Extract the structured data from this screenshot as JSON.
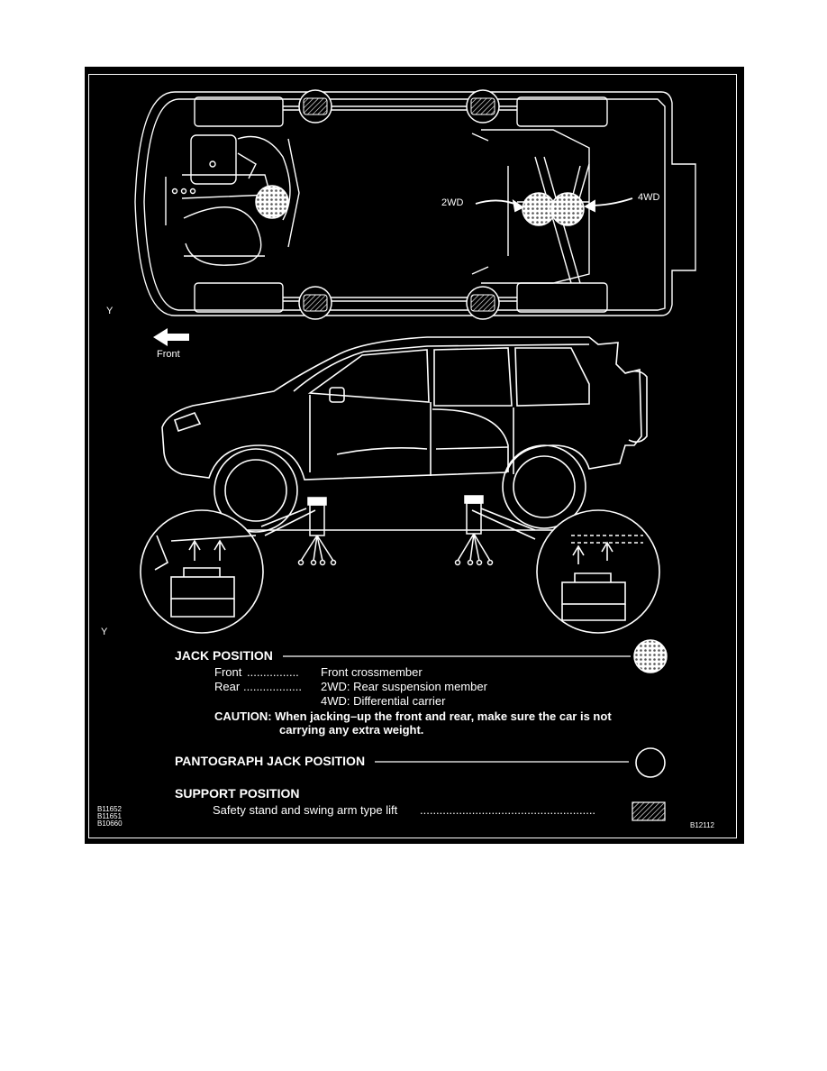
{
  "diagram": {
    "labels": {
      "marker_y_top": "Y",
      "marker_y_bottom": "Y",
      "front_arrow": "Front",
      "tag_2wd": "2WD",
      "tag_4wd": "4WD"
    },
    "jack_position": {
      "title": "JACK POSITION",
      "front_term": "Front",
      "front_dots": "................",
      "front_value": "Front crossmember",
      "rear_term": "Rear",
      "rear_dots": "..................",
      "rear_value_2wd": "2WD: Rear suspension member",
      "rear_value_4wd": "4WD: Differential carrier",
      "caution_line1": "CAUTION: When jacking–up the front and rear, make sure the car is not",
      "caution_line2": "carrying any extra weight."
    },
    "pantograph": {
      "title": "PANTOGRAPH JACK POSITION"
    },
    "support": {
      "title": "SUPPORT POSITION",
      "item": "Safety stand and swing arm type lift",
      "item_dots": "......................................................"
    },
    "codes": {
      "left": [
        "B11652",
        "B11651",
        "B10660"
      ],
      "right": "B12112"
    },
    "colors": {
      "background": "#000000",
      "foreground": "#ffffff",
      "jack_marker_fill": "#bbbbbb"
    },
    "icons": [
      "left-arrow-icon",
      "jack-marker-icon",
      "pantograph-circle-icon",
      "support-hatch-icon"
    ]
  }
}
